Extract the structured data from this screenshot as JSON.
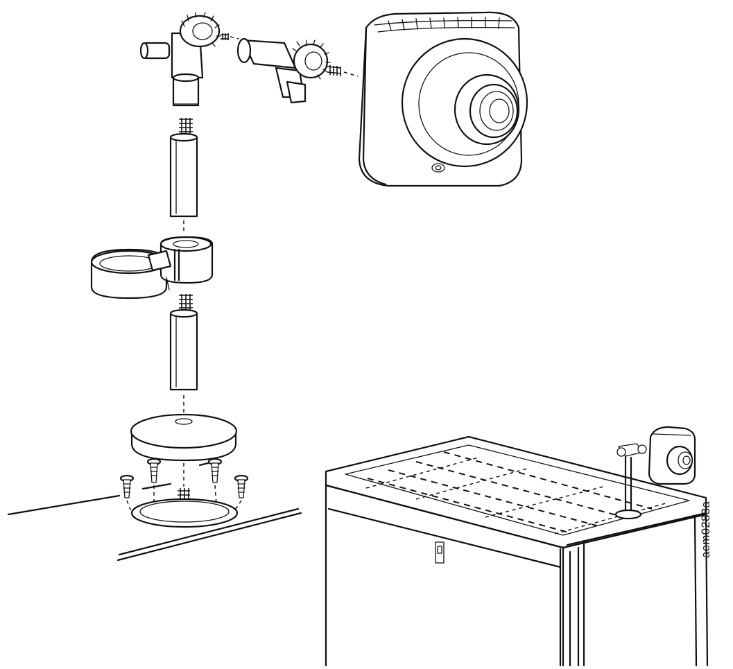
{
  "diagram": {
    "figure_id": "aem0283a",
    "colors": {
      "line": "#111111",
      "background": "#ffffff"
    },
    "parts": [
      "camera",
      "swivel-adapter",
      "tilt-adapter",
      "upper-extension-rod",
      "rod-clamp",
      "lower-extension-rod",
      "mounting-base",
      "mounting-screws",
      "mounting-surface",
      "equipment-rack",
      "installed-camera"
    ]
  }
}
